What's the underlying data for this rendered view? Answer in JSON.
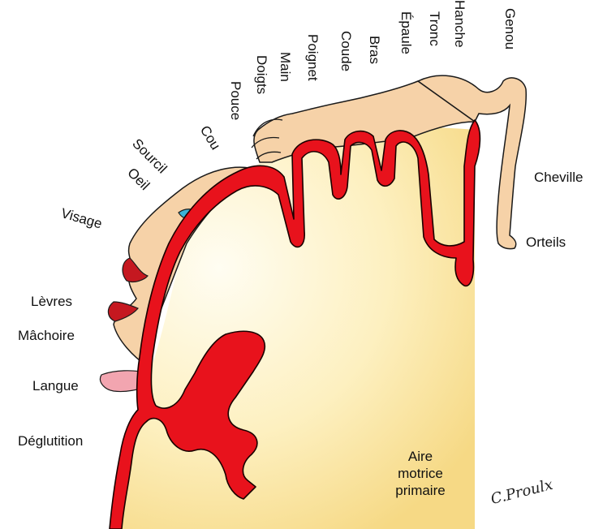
{
  "labels": {
    "sourcil": "Sourcil",
    "oeil": "Oeil",
    "cou": "Cou",
    "pouce": "Pouce",
    "doigts": "Doigts",
    "main": "Main",
    "poignet": "Poignet",
    "coude": "Coude",
    "bras": "Bras",
    "epaule": "Épaule",
    "tronc": "Tronc",
    "hanche": "Hanche",
    "genou": "Genou",
    "cheville": "Cheville",
    "orteils": "Orteils",
    "visage": "Visage",
    "levres": "Lèvres",
    "machoire": "Mâchoire",
    "langue": "Langue",
    "deglutition": "Déglutition"
  },
  "area": {
    "line1": "Aire",
    "line2": "motrice",
    "line3": "primaire"
  },
  "signature": "C.Proulx",
  "colors": {
    "cortex": "#e8121c",
    "cortex_outline": "#1a0000",
    "skin": "#f6d2a8",
    "brain_light": "#fffbea",
    "brain_dark": "#f8df8c",
    "tongue": "#f2a5b0",
    "eye": "#3ab3d8"
  }
}
